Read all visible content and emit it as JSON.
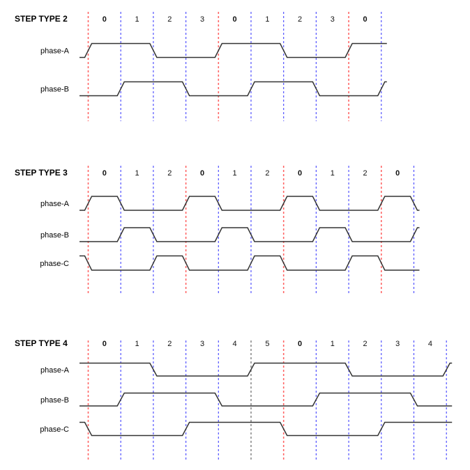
{
  "figure": {
    "description": "Stepper motor step-type timing diagrams",
    "background": "#ffffff"
  },
  "colors": {
    "cycle_line": "#ff6666",
    "step_line": "#5252ff",
    "alt_line": "#666666",
    "wave": "#333333",
    "text": "#000000"
  },
  "diagrams": [
    {
      "title": "STEP TYPE 2",
      "steps": [
        "0",
        "1",
        "2",
        "3",
        "0",
        "1",
        "2",
        "3",
        "0"
      ],
      "bold_steps": [
        0,
        4,
        8
      ],
      "line_colors": [
        "cycle",
        "step",
        "step",
        "step",
        "cycle",
        "step",
        "step",
        "step",
        "cycle",
        "step"
      ],
      "phases": [
        {
          "label": "phase-A",
          "pre": 0,
          "levels": [
            1,
            1,
            0,
            0,
            1,
            1,
            0,
            0,
            1
          ],
          "post": 1
        },
        {
          "label": "phase-B",
          "pre": 0,
          "levels": [
            0,
            1,
            1,
            0,
            0,
            1,
            1,
            0,
            0
          ],
          "post": 1
        }
      ]
    },
    {
      "title": "STEP TYPE 3",
      "steps": [
        "0",
        "1",
        "2",
        "0",
        "1",
        "2",
        "0",
        "1",
        "2",
        "0"
      ],
      "bold_steps": [
        0,
        3,
        6,
        9
      ],
      "line_colors": [
        "cycle",
        "step",
        "step",
        "cycle",
        "step",
        "step",
        "cycle",
        "step",
        "step",
        "cycle",
        "step"
      ],
      "phases": [
        {
          "label": "phase-A",
          "pre": 0,
          "levels": [
            1,
            0,
            0,
            1,
            0,
            0,
            1,
            0,
            0,
            1
          ],
          "post": 0
        },
        {
          "label": "phase-B",
          "pre": 0,
          "levels": [
            0,
            1,
            0,
            0,
            1,
            0,
            0,
            1,
            0,
            0
          ],
          "post": 1
        },
        {
          "label": "phase-C",
          "pre": 1,
          "levels": [
            0,
            0,
            1,
            0,
            0,
            1,
            0,
            0,
            1,
            0
          ],
          "post": 0
        }
      ]
    },
    {
      "title": "STEP TYPE 4",
      "steps": [
        "0",
        "1",
        "2",
        "3",
        "4",
        "5",
        "0",
        "1",
        "2",
        "3",
        "4"
      ],
      "bold_steps": [
        0,
        6
      ],
      "line_colors": [
        "cycle",
        "step",
        "step",
        "step",
        "step",
        "alt",
        "cycle",
        "step",
        "step",
        "step",
        "step",
        "step"
      ],
      "phases": [
        {
          "label": "phase-A",
          "pre": 1,
          "levels": [
            1,
            1,
            0,
            0,
            0,
            1,
            1,
            1,
            0,
            0,
            0
          ],
          "post": 1
        },
        {
          "label": "phase-B",
          "pre": 0,
          "levels": [
            0,
            1,
            1,
            1,
            0,
            0,
            0,
            1,
            1,
            1,
            0
          ],
          "post": 0
        },
        {
          "label": "phase-C",
          "pre": 1,
          "levels": [
            0,
            0,
            0,
            1,
            1,
            1,
            0,
            0,
            0,
            1,
            1
          ],
          "post": 1
        }
      ]
    }
  ]
}
